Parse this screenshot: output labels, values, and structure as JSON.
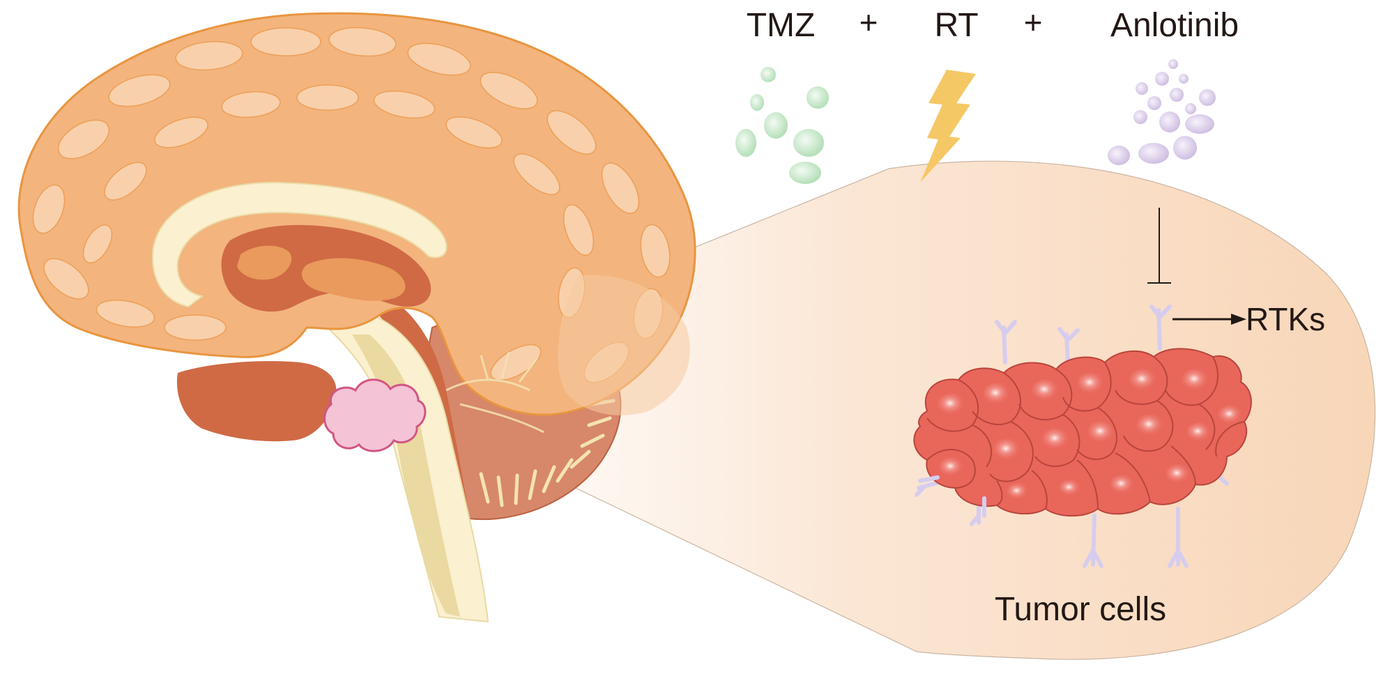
{
  "labels": {
    "drug_1": "TMZ",
    "plus_1": "+",
    "drug_2": "RT",
    "plus_2": "+",
    "drug_3": "Anlotinib",
    "target": "RTKs",
    "tumor": "Tumor cells"
  },
  "icons": {
    "tmz": "green-bubbles-icon",
    "rt": "lightning-bolt-icon",
    "anlotinib": "purple-bubbles-icon",
    "inhibition": "inhibition-bar-icon",
    "arrow": "arrow-right-icon"
  },
  "colors": {
    "cortex": "#f3b47e",
    "cortex_line": "#e8953f",
    "cortex_highlight": "#f8d0ac",
    "white_matter": "#fbf0cf",
    "deep_structure": "#cf6a45",
    "thalamus": "#e99a5c",
    "cerebellum": "#d7876a",
    "tumor_in_brain": "#f4c3d6",
    "tumor_in_brain_border": "#d25584",
    "tumor_cells": "#e9665b",
    "tumor_cells_border": "#b8453b",
    "zoom_fill": "#f9dcc1",
    "tmz_bubbles": "#bfe3c2",
    "anlotinib_bubbles": "#d8cbe7",
    "lightning": "#f5c866",
    "receptor": "#d6cdee",
    "text": "#231815"
  }
}
